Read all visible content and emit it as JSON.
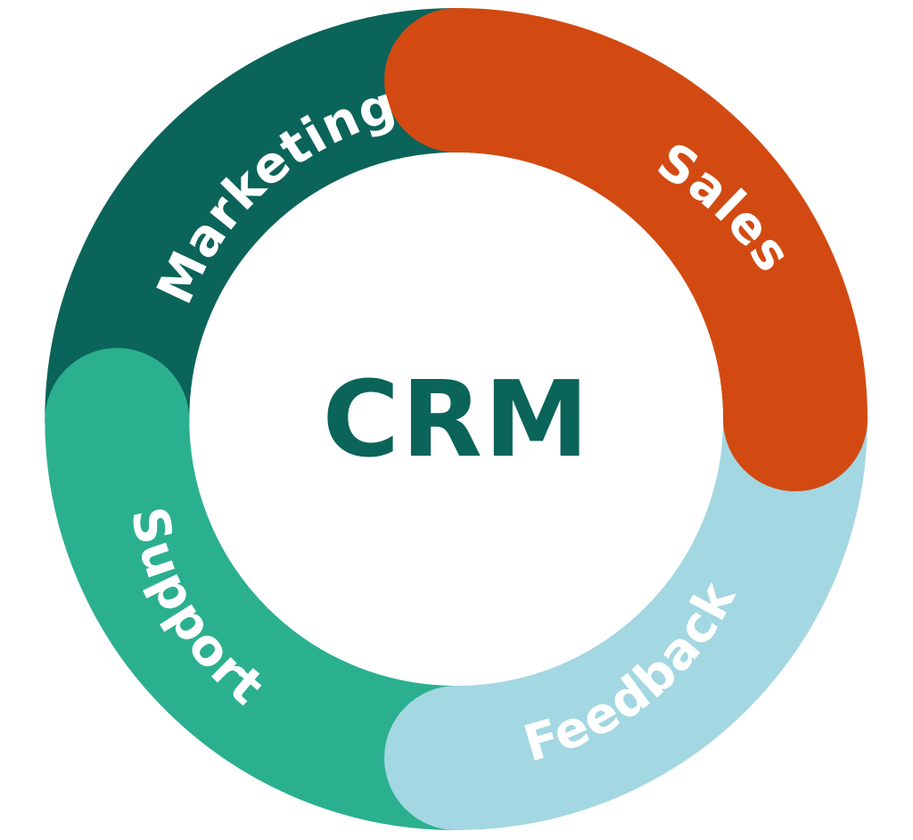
{
  "diagram": {
    "center_label": "CRM",
    "colors": {
      "center_text": "#0b6459",
      "background": "#ffffff"
    },
    "segments": [
      {
        "label": "Marketing",
        "color": "#0b6459"
      },
      {
        "label": "Sales",
        "color": "#d24a12"
      },
      {
        "label": "Feedback",
        "color": "#a3d7e2"
      },
      {
        "label": "Support",
        "color": "#2bb08f"
      }
    ]
  }
}
